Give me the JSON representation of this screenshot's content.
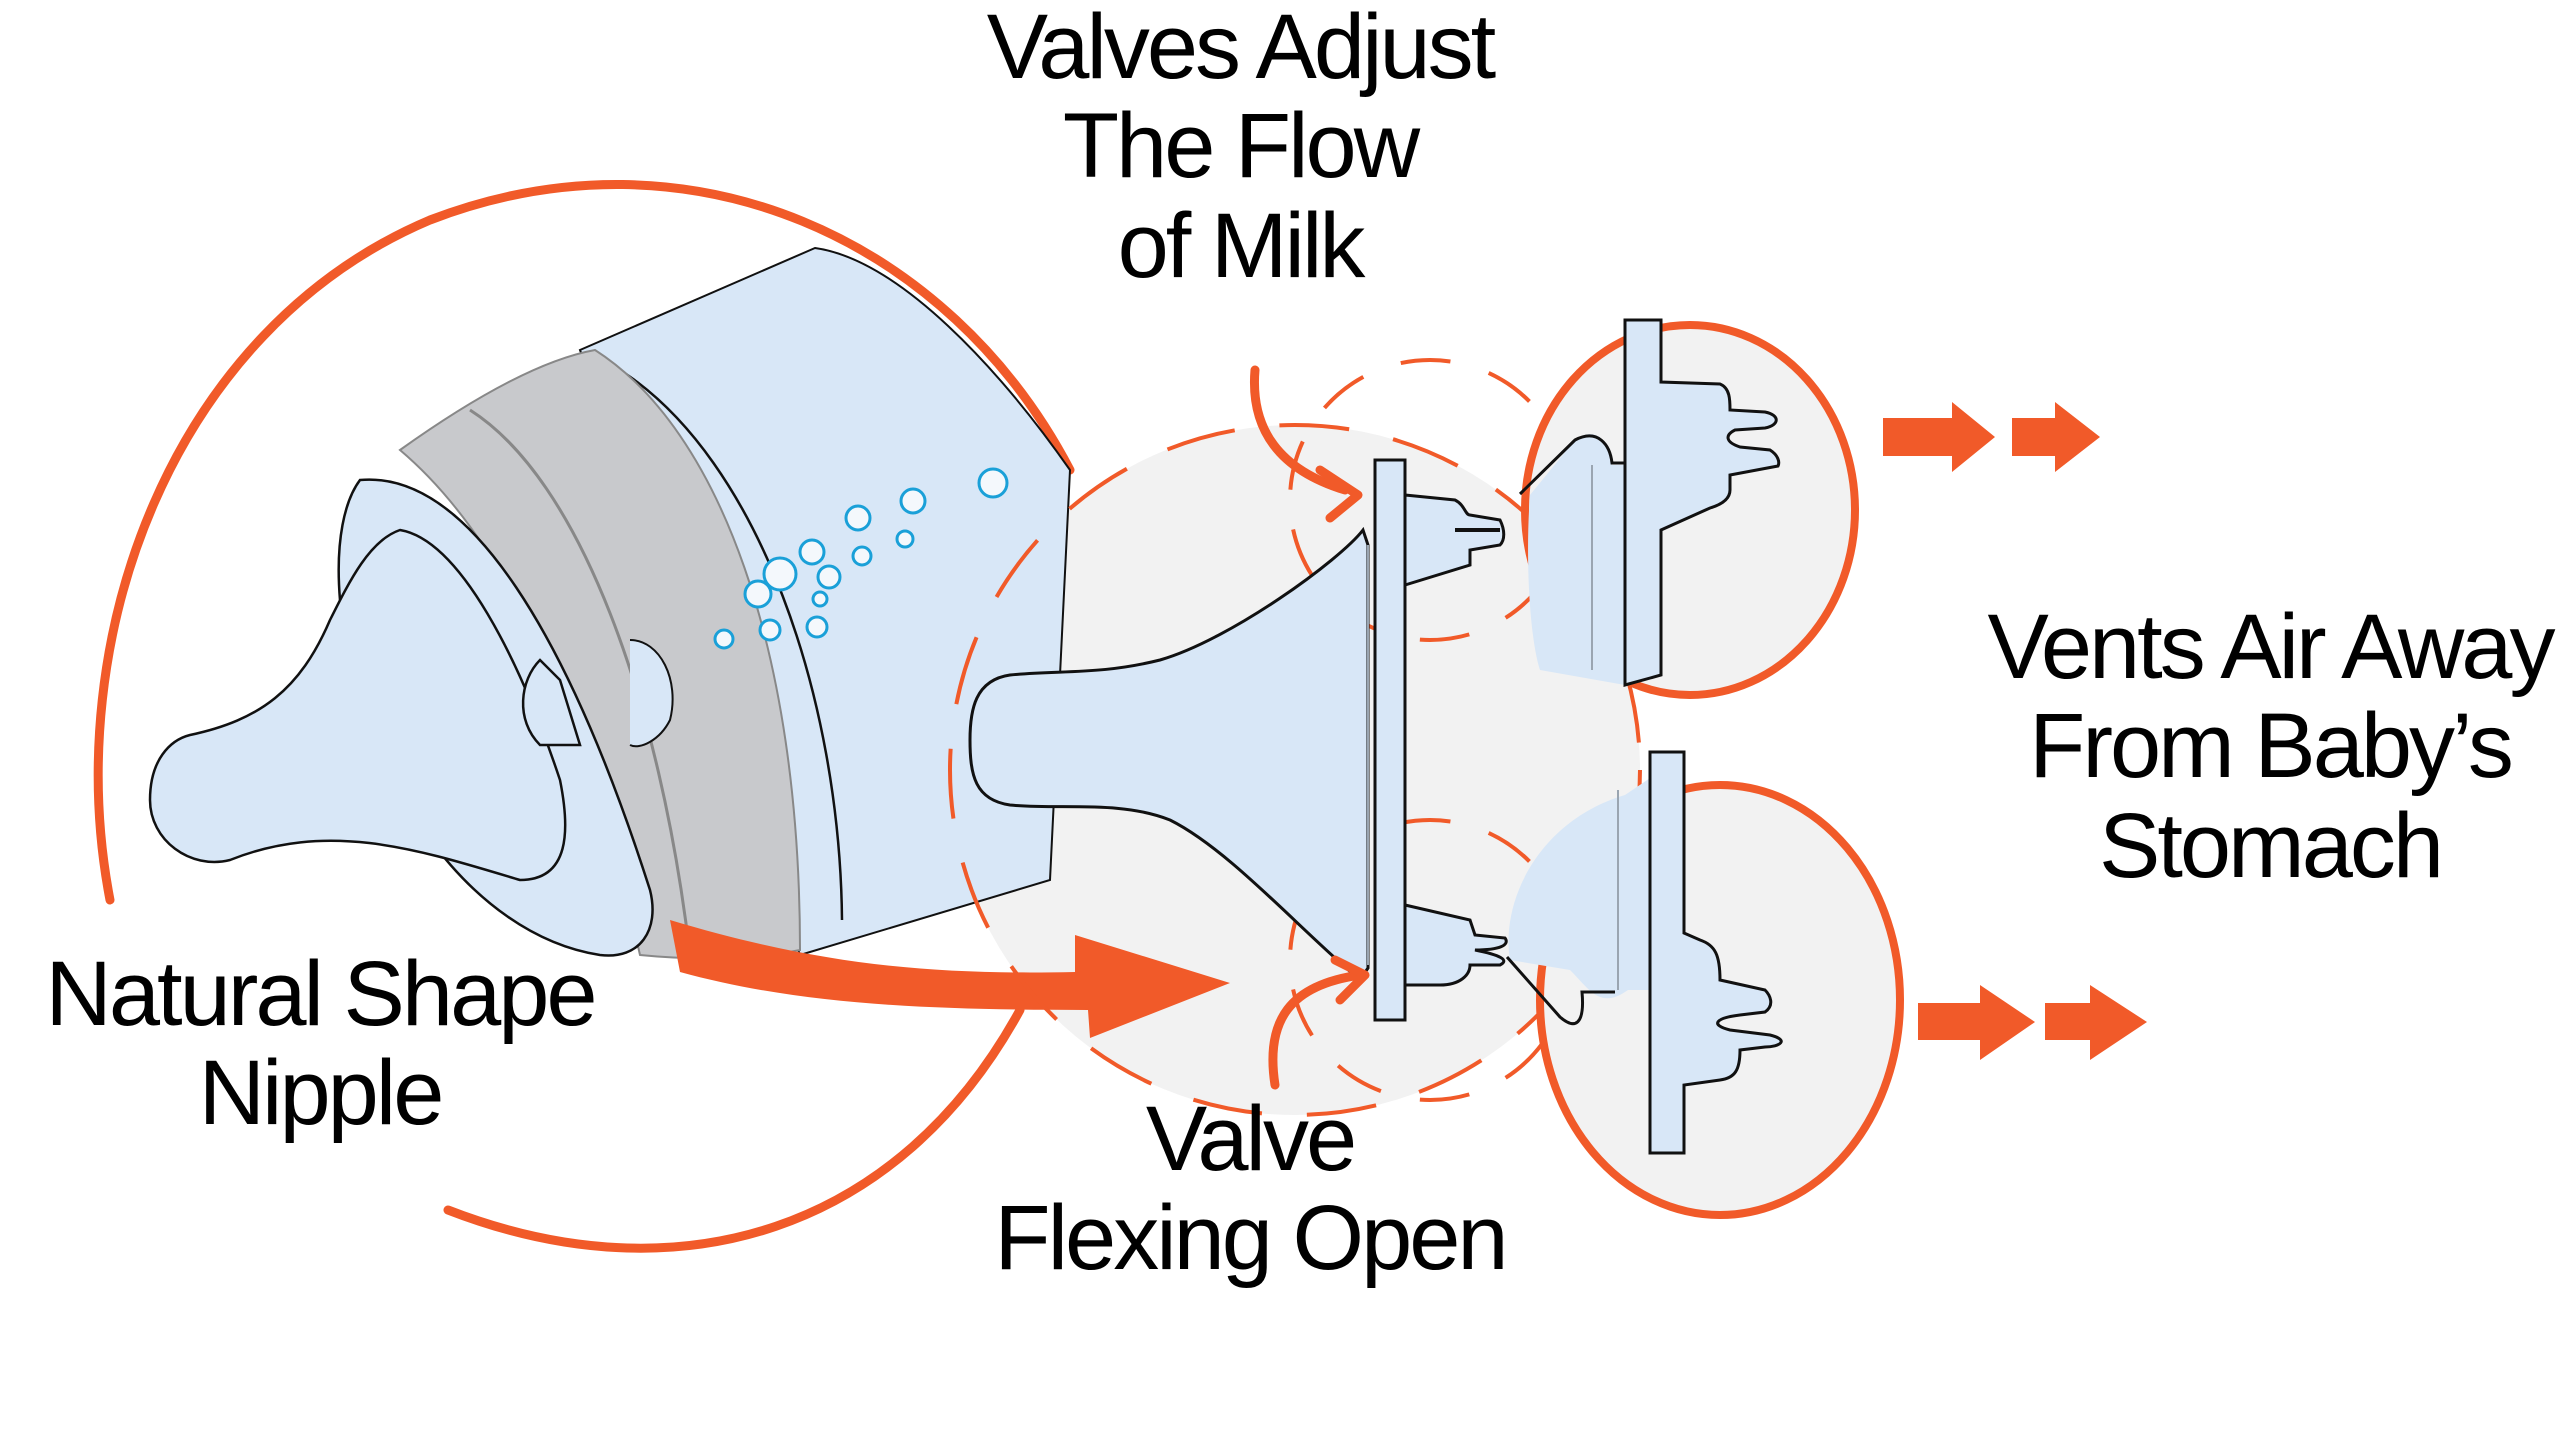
{
  "diagram": {
    "subject": "baby bottle anti-colic valve",
    "colors": {
      "accent": "#f15a29",
      "bottle_fill": "#d8e7f7",
      "collar_fill": "#c8c9cc",
      "zoom_bg": "#f2f2f2",
      "bubble_stroke": "#1aa0d8",
      "outline": "#111111"
    },
    "labels": {
      "valves_adjust": [
        "Valves Adjust",
        "The Flow",
        "of Milk"
      ],
      "vents_air": [
        "Vents Air Away",
        "From Baby’s",
        "Stomach"
      ],
      "natural_shape": [
        "Natural Shape",
        "Nipple"
      ],
      "valve_flexing": [
        "Valve",
        "Flexing Open"
      ]
    },
    "callouts": [
      {
        "id": "bottle-overview",
        "shape": "circle",
        "style": "solid"
      },
      {
        "id": "cross-section",
        "shape": "circle",
        "style": "dashed"
      },
      {
        "id": "valve-top-detail",
        "shape": "circle",
        "style": "solid"
      },
      {
        "id": "valve-bottom-detail",
        "shape": "circle",
        "style": "solid"
      }
    ],
    "icons": [
      "air-bubbles-icon",
      "flow-arrow-icon",
      "vent-arrow-icon",
      "pointer-arrow-icon"
    ]
  }
}
